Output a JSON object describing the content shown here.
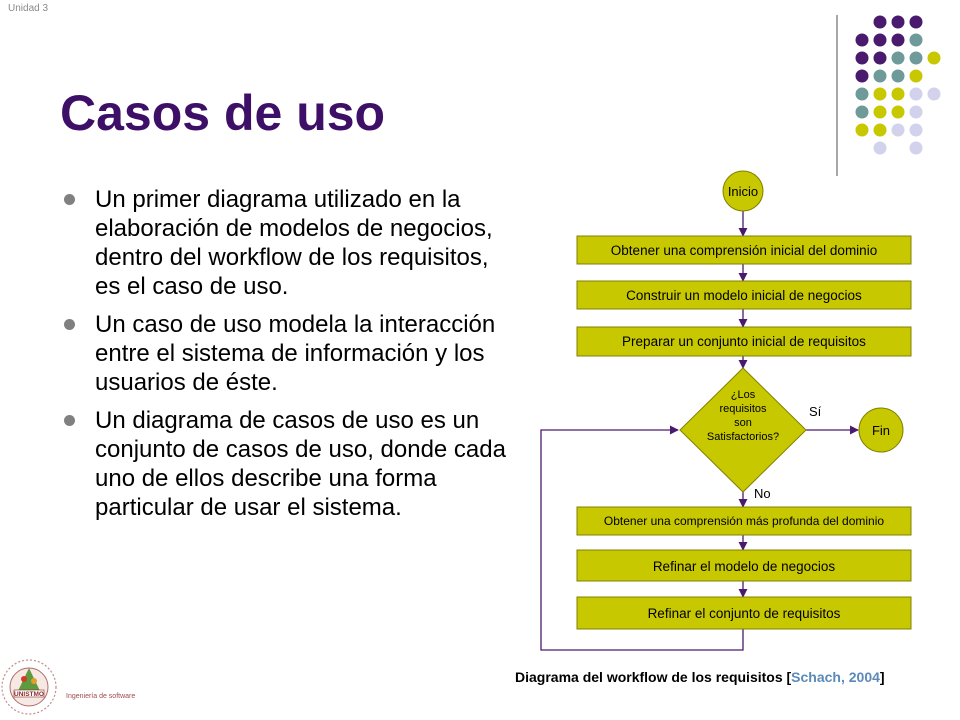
{
  "header": {
    "unit": "Unidad 3"
  },
  "slide": {
    "title": "Casos de uso",
    "bullets": [
      "Un primer diagrama utilizado en la elaboración de modelos de negocios, dentro del workflow de los requisitos, es el caso de uso.",
      "Un caso de uso modela la interacción entre el sistema de información y los usuarios de éste.",
      "Un diagrama de casos de uso es un conjunto de casos de uso, donde cada uno de ellos describe una forma particular de usar el sistema."
    ]
  },
  "diagram": {
    "start": "Inicio",
    "steps": [
      "Obtener una comprensión inicial del dominio",
      "Construir un modelo inicial de negocios",
      "Preparar un conjunto inicial de requisitos"
    ],
    "decision": [
      "¿Los",
      "requisitos",
      "son",
      "Satisfactorios?"
    ],
    "yes_label": "Sí",
    "no_label": "No",
    "end": "Fin",
    "loop_steps": [
      "Obtener una comprensión más profunda del dominio",
      "Refinar el modelo de negocios",
      "Refinar el conjunto de requisitos"
    ],
    "caption_main": "Diagrama del workflow de los requisitos [",
    "caption_ref": "Schach, 2004",
    "caption_end": "]"
  },
  "footer": {
    "course": "Ingeniería de software",
    "logo_text": "UNISTMO"
  },
  "colors": {
    "title": "#3d0f66",
    "node_fill": "#c8c800",
    "node_stroke": "#808000",
    "dot_purple": "#4a1a6e",
    "dot_teal": "#6f9a9a",
    "dot_olive": "#c8c800",
    "dot_lavender": "#d2d2ec"
  }
}
